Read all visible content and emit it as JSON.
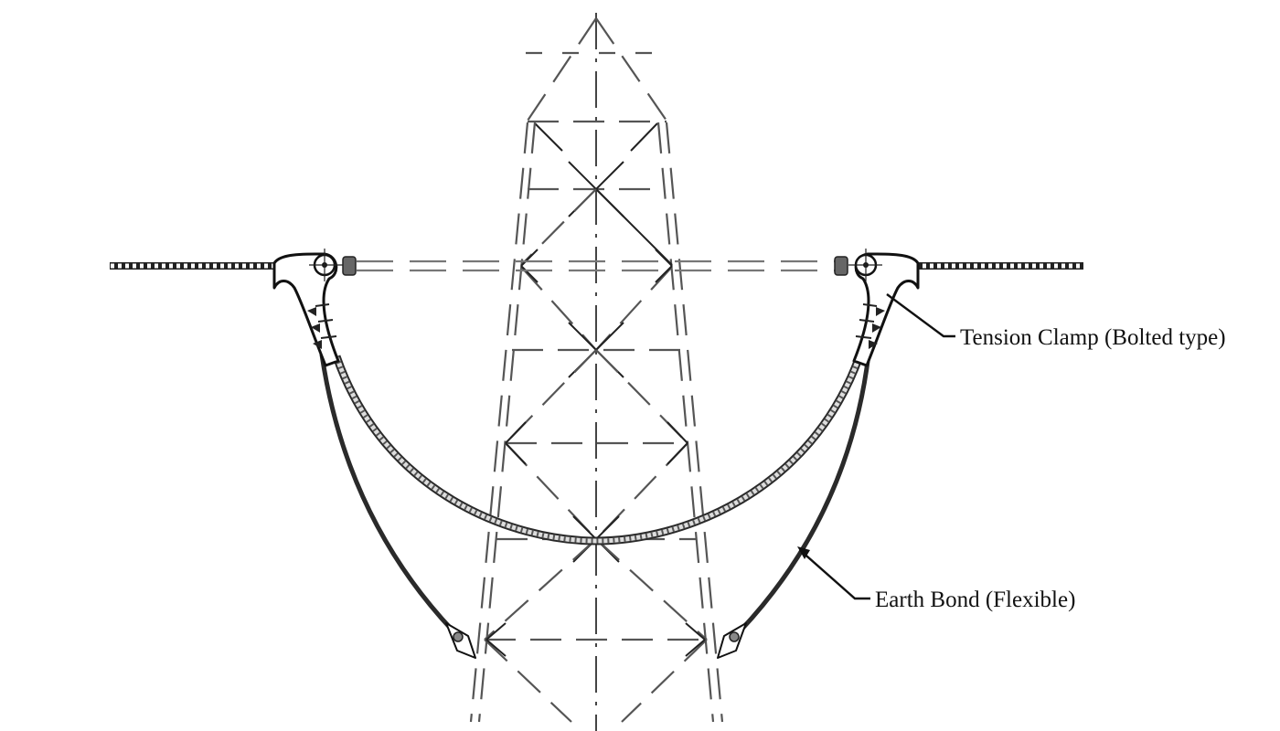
{
  "diagram": {
    "subject": "Transmission tower tension tower jumper arrangement",
    "labels": {
      "tension_clamp": "Tension Clamp (Bolted type)",
      "earth_bond": "Earth Bond (Flexible)"
    },
    "components": [
      {
        "id": "tower-lattice",
        "style": "dashed outline"
      },
      {
        "id": "tower-centerline",
        "style": "dash-dot"
      },
      {
        "id": "conductor-left",
        "style": "hatched stranded"
      },
      {
        "id": "conductor-right",
        "style": "hatched stranded"
      },
      {
        "id": "tension-clamp-left"
      },
      {
        "id": "tension-clamp-right"
      },
      {
        "id": "jumper-loop",
        "style": "hatched stranded arc"
      },
      {
        "id": "earth-bond-left",
        "style": "solid flexible"
      },
      {
        "id": "earth-bond-right",
        "style": "solid flexible"
      },
      {
        "id": "bond-lug-left"
      },
      {
        "id": "bond-lug-right"
      }
    ],
    "colors": {
      "background": "#ffffff",
      "line": "#222222",
      "dashed": "#555555"
    }
  }
}
